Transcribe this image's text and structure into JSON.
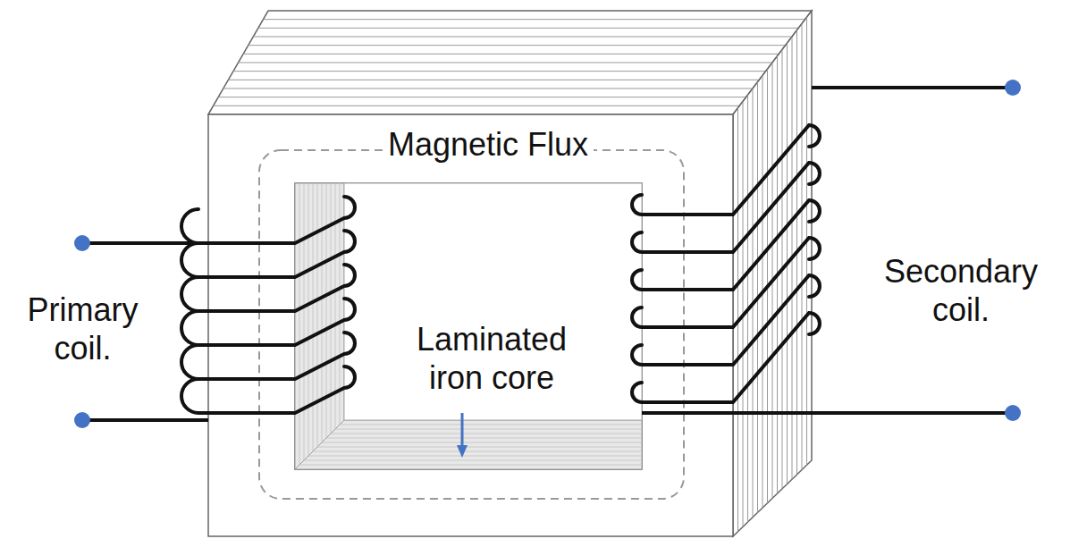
{
  "diagram": {
    "labels": [
      "Magnetic Flux",
      "Primary coil.",
      "Laminated iron core",
      "Secondary coil."
    ]
  }
}
